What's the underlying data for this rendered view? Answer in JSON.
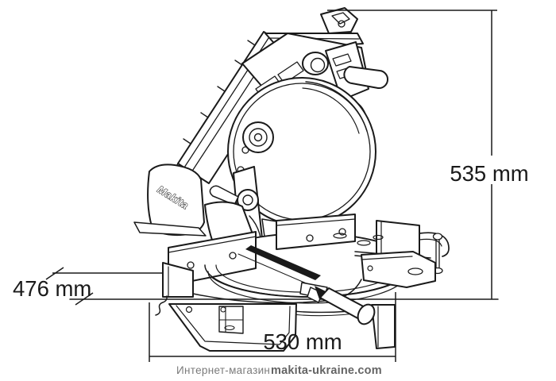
{
  "drawing": {
    "brand_label": "Makita",
    "dimensions": {
      "height_label": "535 mm",
      "depth_label": "476 mm",
      "width_label": "530 mm"
    }
  },
  "footer": {
    "store_label": "Интернет-магазин",
    "site_label": "makita-ukraine.com"
  },
  "colors": {
    "ink": "#1a1a1a",
    "background": "#ffffff",
    "footer_store": "#7b7b7b",
    "footer_site": "#646464"
  }
}
